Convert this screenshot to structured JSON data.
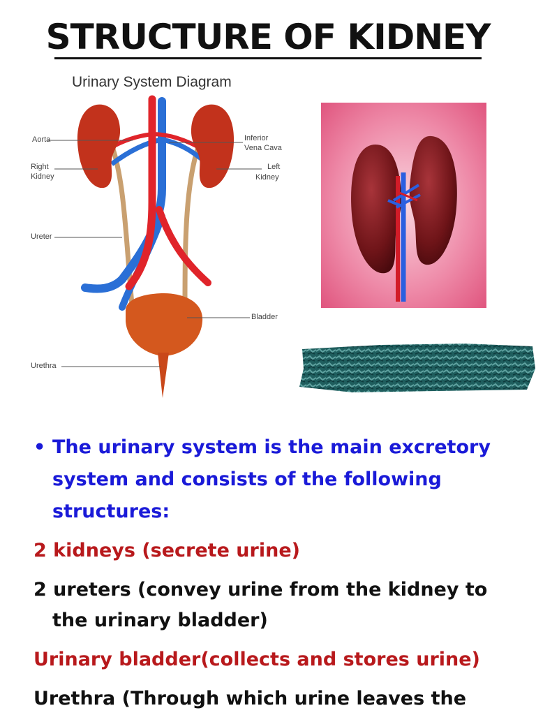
{
  "title": "STRUCTURE OF KIDNEY",
  "diagram": {
    "title": "Urinary System Diagram",
    "labels": {
      "aorta": "Aorta",
      "right_kidney_1": "Right",
      "right_kidney_2": "Kidney",
      "ureter": "Ureter",
      "urethra": "Urethra",
      "ivc_1": "Inferior",
      "ivc_2": "Vena Cava",
      "left_kidney_1": "Left",
      "left_kidney_2": "Kidney",
      "bladder": "Bladder"
    }
  },
  "bullet": {
    "symbol": "•",
    "lines": [
      "The urinary system is the main excretory",
      "system and consists of the following",
      "structures:"
    ]
  },
  "items": {
    "kidneys": "2 kidneys (secrete urine)",
    "ureters_1": "2 ureters (convey urine from the  kidney to",
    "ureters_2": "the urinary bladder)",
    "bladder": "Urinary bladder(collects and stores urine)",
    "urethra": "Urethra (Through which urine leaves the"
  },
  "colors": {
    "bullet_text": "#1a1ad8",
    "highlight": "#b8191c",
    "body": "#111111",
    "kidney": "#c2321c",
    "artery": "#e0242a",
    "vein": "#2a6fd6",
    "ureter": "#c9a070",
    "bladder": "#d4581e",
    "photo_bg": "#ee8aa8"
  }
}
